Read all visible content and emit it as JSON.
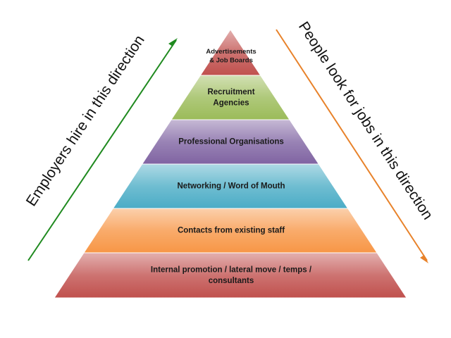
{
  "pyramid": {
    "tiers": [
      {
        "lines": [
          "Advertisements",
          "& Job Boards"
        ],
        "color": "#c0504d"
      },
      {
        "lines": [
          "Recruitment",
          "Agencies"
        ],
        "color": "#9bbb59"
      },
      {
        "lines": [
          "Professional Organisations"
        ],
        "color": "#8064a2"
      },
      {
        "lines": [
          "Networking / Word of Mouth"
        ],
        "color": "#4bacc6"
      },
      {
        "lines": [
          "Contacts from existing staff"
        ],
        "color": "#f79646"
      },
      {
        "lines": [
          "Internal promotion / lateral move / temps /",
          "consultants"
        ],
        "color": "#c0504d"
      }
    ]
  },
  "left_arrow": {
    "label": "Employers hire in this direction",
    "color": "#1f8a1f"
  },
  "right_arrow": {
    "label": "People look for jobs in this direction",
    "color": "#e8822a"
  }
}
